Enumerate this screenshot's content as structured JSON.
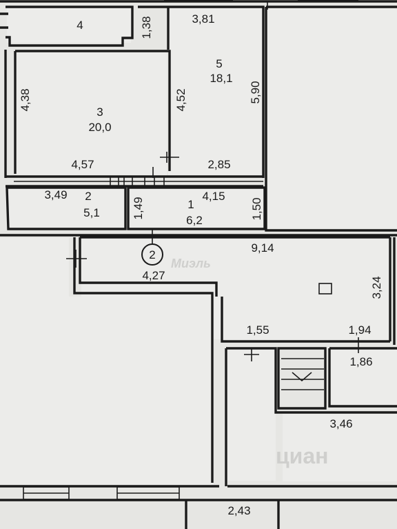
{
  "rooms": [
    {
      "number": "4"
    },
    {
      "number": "5",
      "area": "18,1"
    },
    {
      "number": "3",
      "area": "20,0"
    },
    {
      "number": "2",
      "area": "5,1"
    },
    {
      "number": "1",
      "area": "6,2"
    }
  ],
  "dimensions": {
    "d381": "3,81",
    "d138": "1,38",
    "d438": "4,38",
    "d452": "4,52",
    "d590": "5,90",
    "d457": "4,57",
    "d285": "2,85",
    "d349": "3,49",
    "d149": "1,49",
    "d415": "4,15",
    "d150": "1,50",
    "d914": "9,14",
    "d427": "4,27",
    "d324": "3,24",
    "d155": "1,55",
    "d194": "1,94",
    "d186": "1,86",
    "d346": "3,46",
    "d243": "2,43"
  },
  "marker": {
    "number": "2"
  },
  "watermarks": {
    "brand": "Миэль",
    "site": "циан"
  }
}
